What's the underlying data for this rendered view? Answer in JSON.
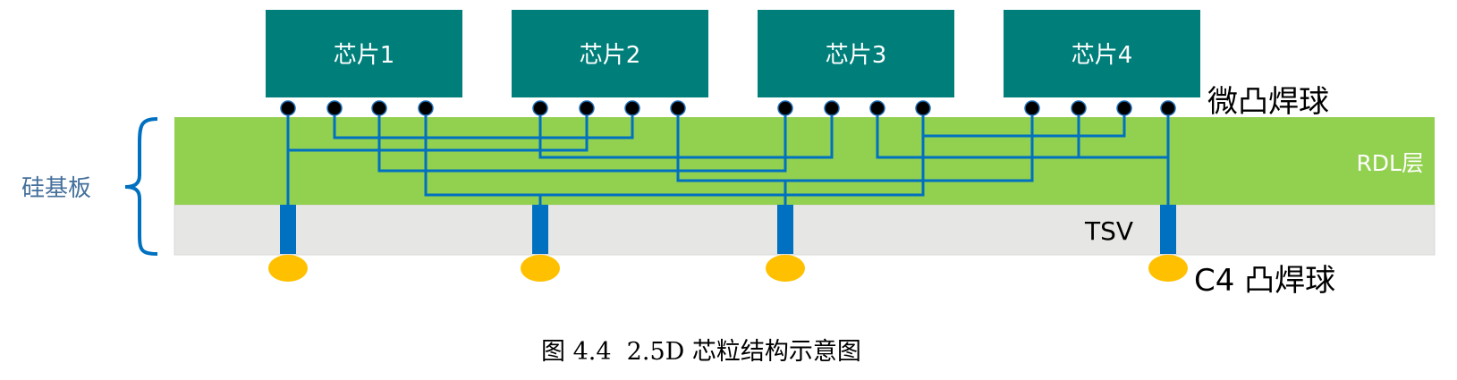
{
  "title": "2.5D chiplet structure diagram",
  "chips": [
    {
      "label": "芯片1"
    },
    {
      "label": "芯片2"
    },
    {
      "label": "芯片3"
    },
    {
      "label": "芯片4"
    }
  ],
  "labels": {
    "micro_bump": "微凸焊球",
    "rdl_layer": "RDL层",
    "tsv": "TSV",
    "c4_bump": "C4 凸焊球",
    "silicon_substrate": "硅基板"
  },
  "caption": "图 4.4  2.5D 芯粒结构示意图",
  "colors": {
    "chip": "#007F7A",
    "rdl": "#92D050",
    "substrate": "#E6E6E5",
    "trace": "#0070C0",
    "bump": "#000000",
    "c4_ball": "#FFC000"
  }
}
